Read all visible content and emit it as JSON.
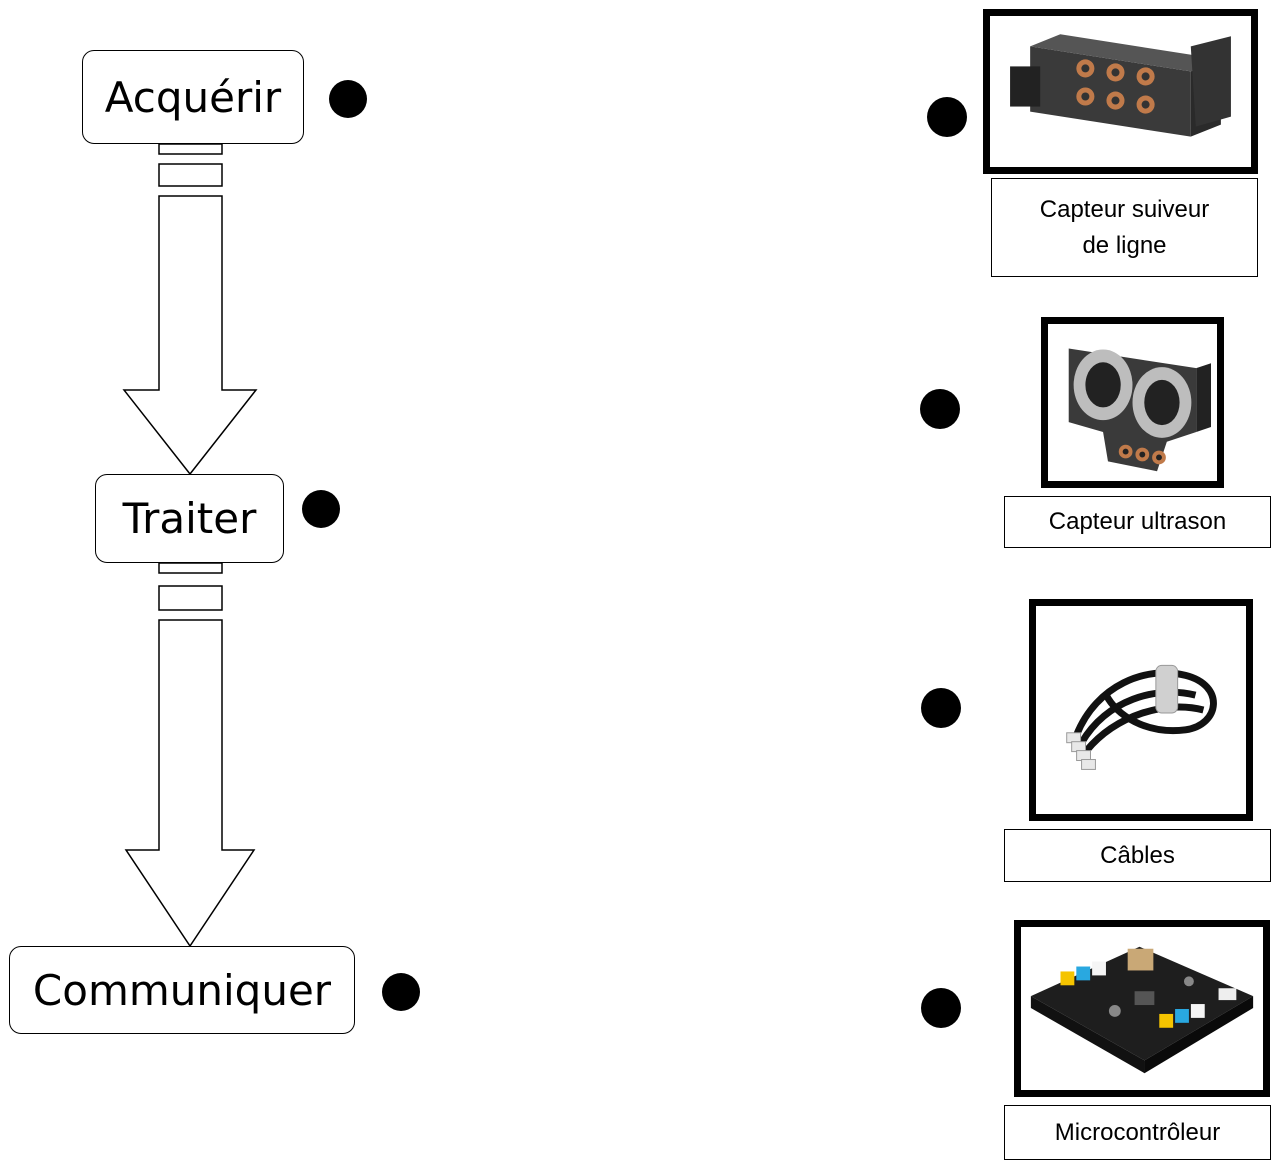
{
  "stages": [
    {
      "label": "Acquérir"
    },
    {
      "label": "Traiter"
    },
    {
      "label": "Communiquer"
    }
  ],
  "components": [
    {
      "caption": "Capteur suiveur de ligne",
      "icon": "line-follower-sensor-photo"
    },
    {
      "caption": "Capteur ultrason",
      "icon": "ultrasonic-sensor-photo"
    },
    {
      "caption": "Câbles",
      "icon": "cables-photo"
    },
    {
      "caption": "Microcontrôleur",
      "icon": "microcontroller-photo"
    }
  ],
  "colors": {
    "line": "#000000",
    "background": "#ffffff",
    "sensor_dark": "#3a3a3a",
    "pad_copper": "#c07a4a"
  }
}
